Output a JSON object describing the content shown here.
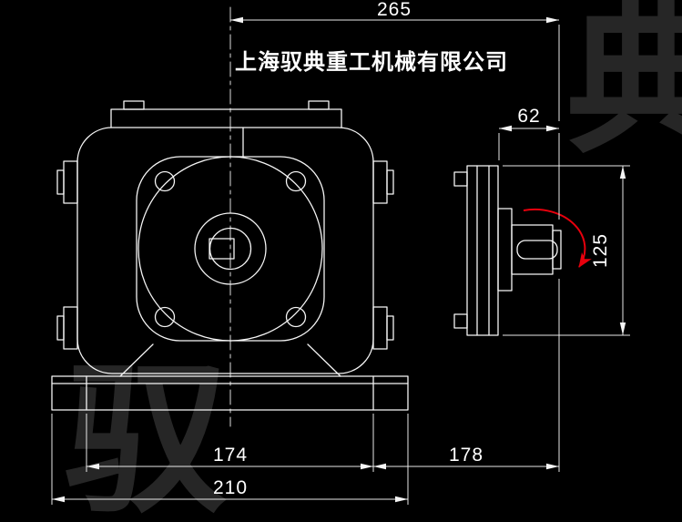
{
  "company": {
    "name": "上海驭典重工机械有限公司"
  },
  "watermark": {
    "top_right_char": "典",
    "bottom_left_char": "驭"
  },
  "dimensions": {
    "overall_width": "265",
    "input_shaft_length": "62",
    "flange_height": "125",
    "base_inner_span": "174",
    "shaft_extension": "178",
    "base_width": "210"
  },
  "colors": {
    "background": "#000000",
    "lines": "#f5f5f5",
    "rotation_arrow": "#e8000d"
  }
}
